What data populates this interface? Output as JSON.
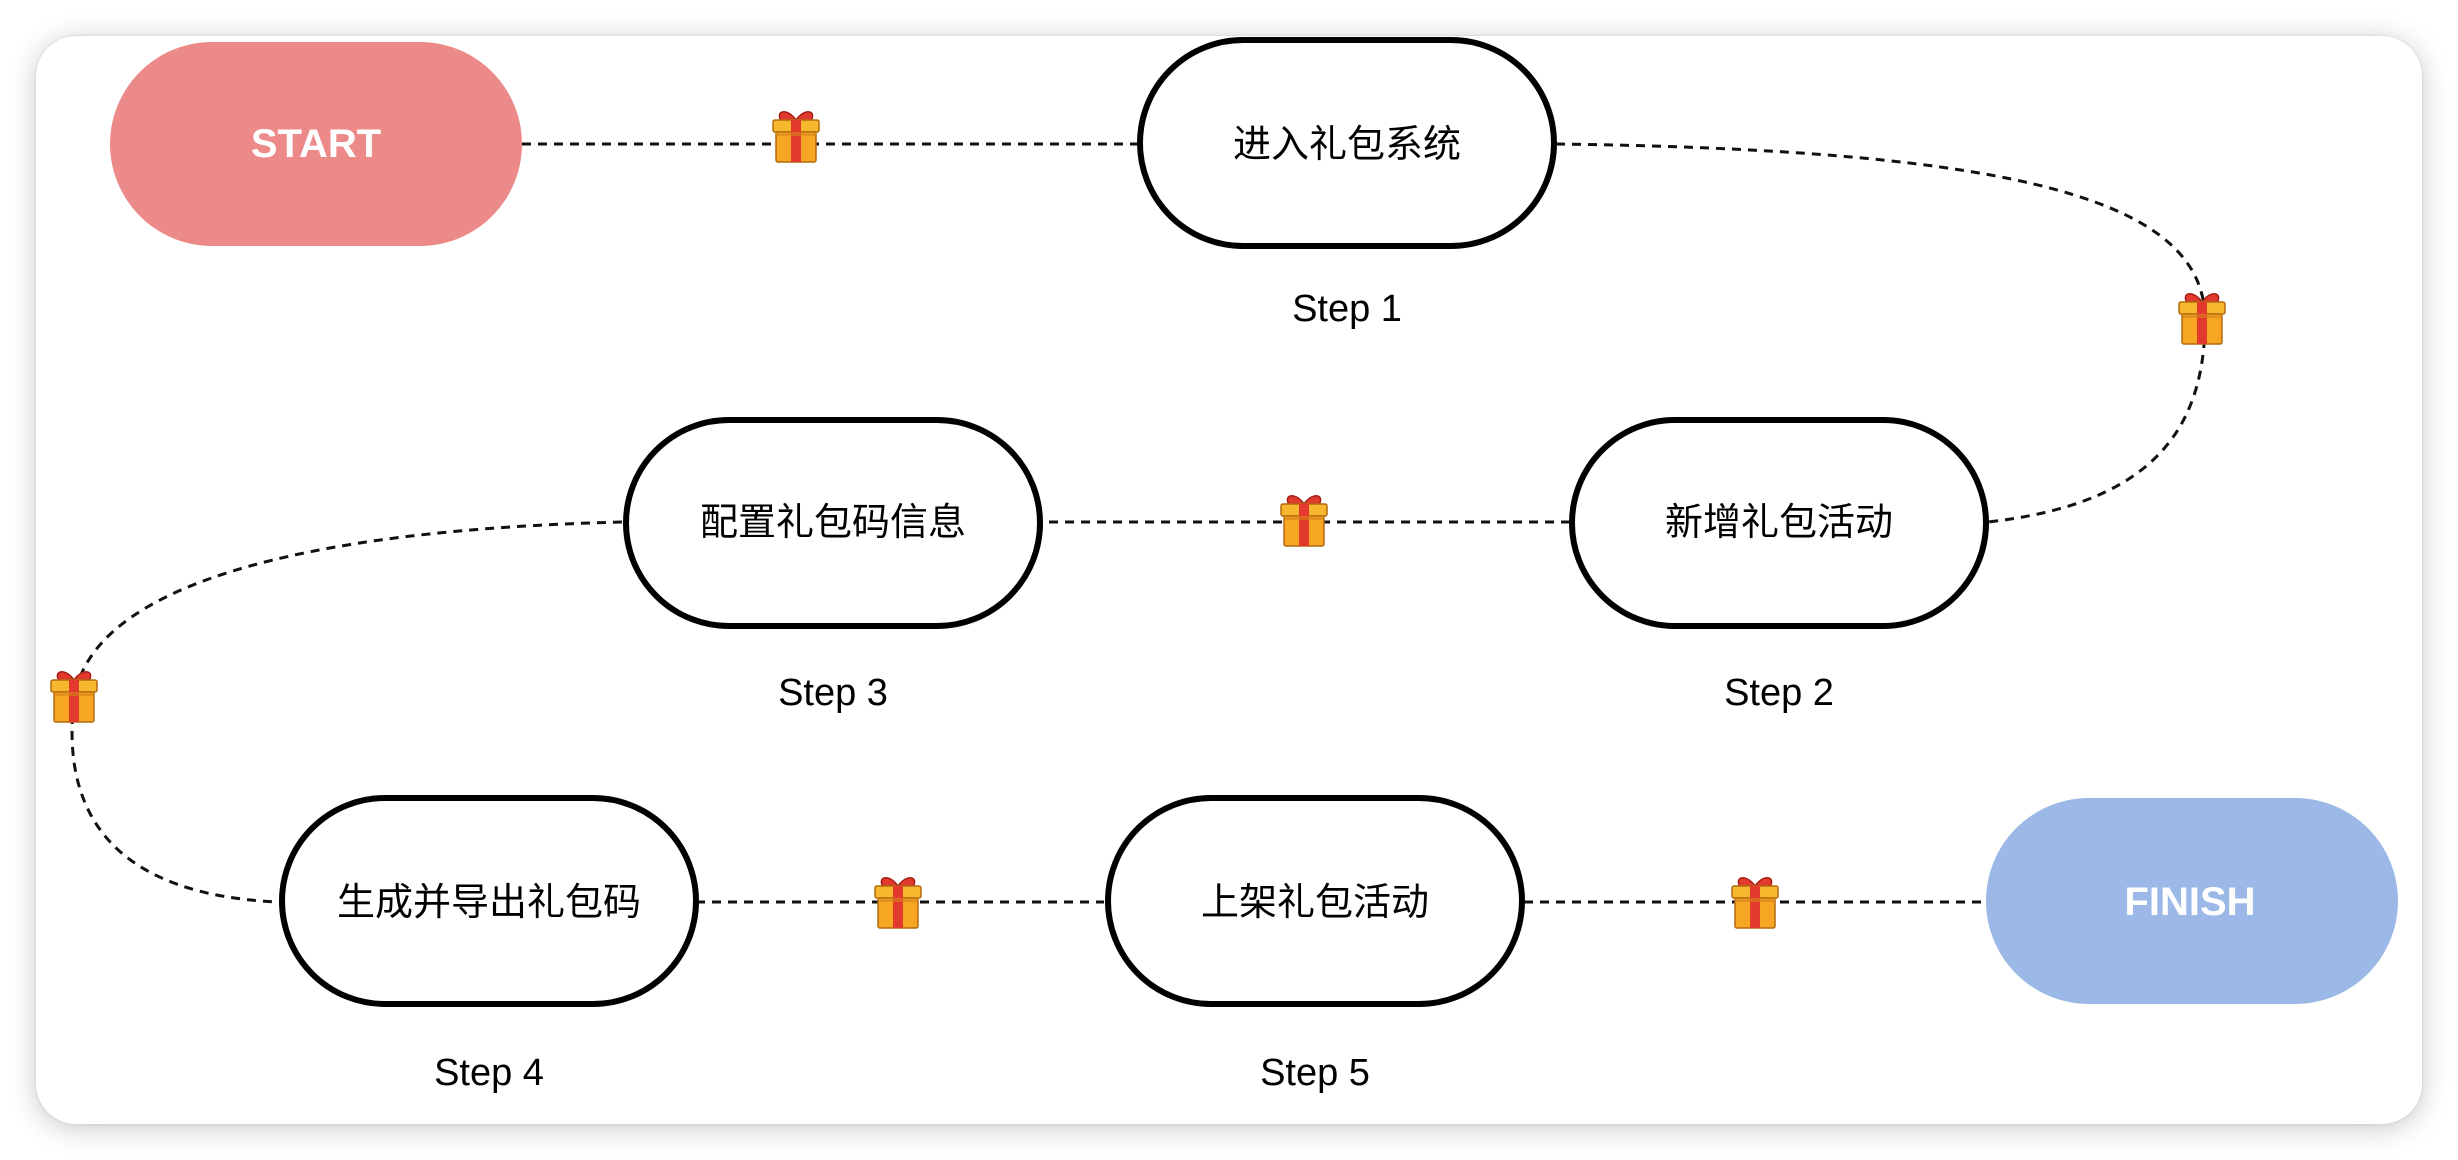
{
  "flow": {
    "start": {
      "label": "START",
      "color": "#ec8a89"
    },
    "finish": {
      "label": "FINISH",
      "color": "#9bb8e6"
    },
    "steps": [
      {
        "label": "进入礼包系统",
        "caption": "Step 1"
      },
      {
        "label": "新增礼包活动",
        "caption": "Step 2"
      },
      {
        "label": "配置礼包码信息",
        "caption": "Step 3"
      },
      {
        "label": "生成并导出礼包码",
        "caption": "Step 4"
      },
      {
        "label": "上架礼包活动",
        "caption": "Step 5"
      }
    ],
    "connector_icon": "gift-icon",
    "connector_count": 6
  }
}
